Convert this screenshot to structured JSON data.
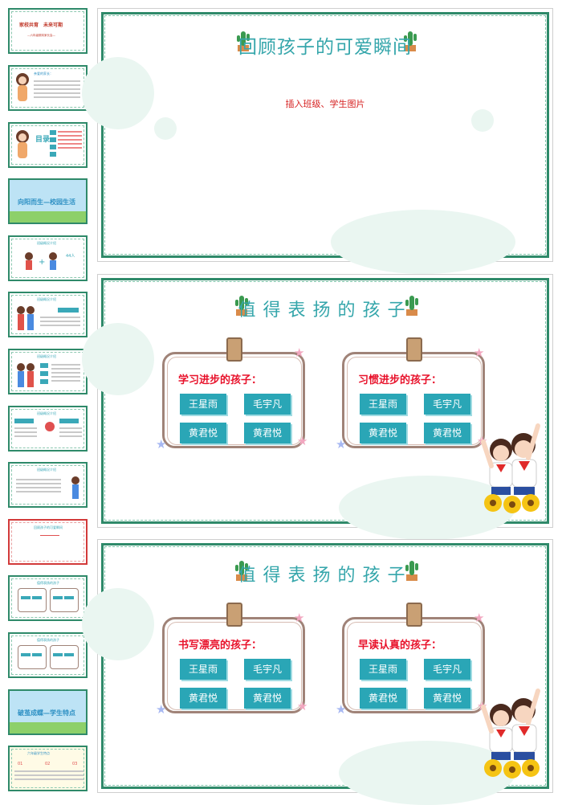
{
  "sidebar": {
    "slides": [
      {
        "title": "家校共育　未来可期",
        "subtitle": "—六年级期末家长会—"
      },
      {
        "heading": "亲爱的家长："
      },
      {
        "heading": "目录"
      },
      {
        "banner": "向阳而生—校园生活"
      },
      {
        "heading": "班级概况介绍",
        "count": "44人"
      },
      {
        "heading": "班级概况介绍"
      },
      {
        "heading": "班级概况介绍"
      },
      {
        "heading": "班级概况介绍"
      },
      {
        "heading": "班级概况介绍"
      },
      {
        "heading": "回顾孩子的可爱瞬间"
      },
      {
        "heading": "值得表扬的孩子"
      },
      {
        "heading": "值得表扬的孩子"
      },
      {
        "banner": "破茧成蝶—学生特点"
      },
      {
        "heading": "六年级学生特点",
        "nums": [
          "01",
          "02",
          "03"
        ]
      }
    ]
  },
  "slide1": {
    "title": "回顾孩子的可爱瞬间",
    "placeholder": "插入班级、学生图片"
  },
  "slide2": {
    "title": "值得表扬的孩子",
    "boards": [
      {
        "label": "学习进步的孩子：",
        "names": [
          "王星雨",
          "毛宇凡",
          "黄君悦",
          "黄君悦"
        ]
      },
      {
        "label": "习惯进步的孩子：",
        "names": [
          "王星雨",
          "毛宇凡",
          "黄君悦",
          "黄君悦"
        ]
      }
    ]
  },
  "slide3": {
    "title": "值得表扬的孩子",
    "boards": [
      {
        "label": "书写漂亮的孩子：",
        "names": [
          "王星雨",
          "毛宇凡",
          "黄君悦",
          "黄君悦"
        ]
      },
      {
        "label": "早读认真的孩子：",
        "names": [
          "王星雨",
          "毛宇凡",
          "黄君悦",
          "黄君悦"
        ]
      }
    ]
  },
  "colors": {
    "frame": "#2f8a6a",
    "title": "#35a6ab",
    "button": "#2aa6b6",
    "label": "#e8122b"
  }
}
